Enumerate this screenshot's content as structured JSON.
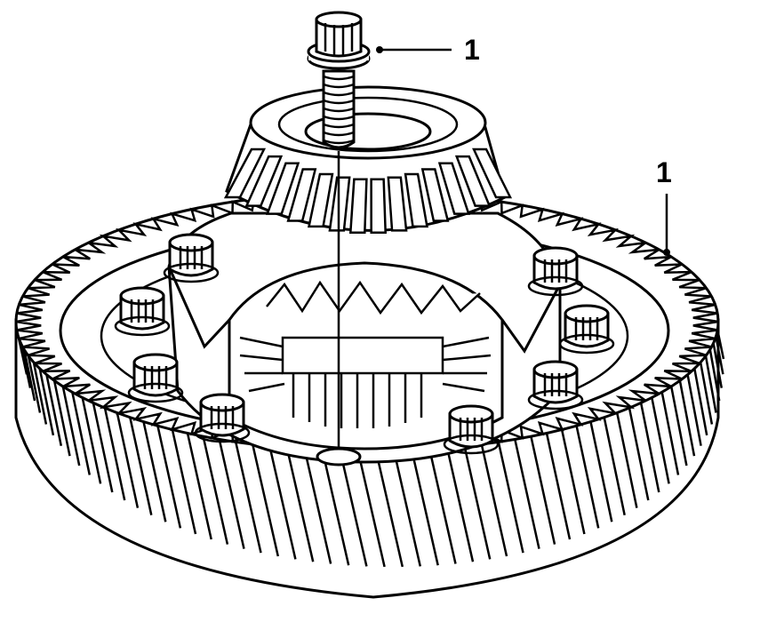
{
  "callouts": [
    {
      "number": "1",
      "target": "flange-bolt"
    },
    {
      "number": "1",
      "target": "final-drive-gear"
    }
  ],
  "colors": {
    "ink": "#000000",
    "paper": "#ffffff"
  }
}
